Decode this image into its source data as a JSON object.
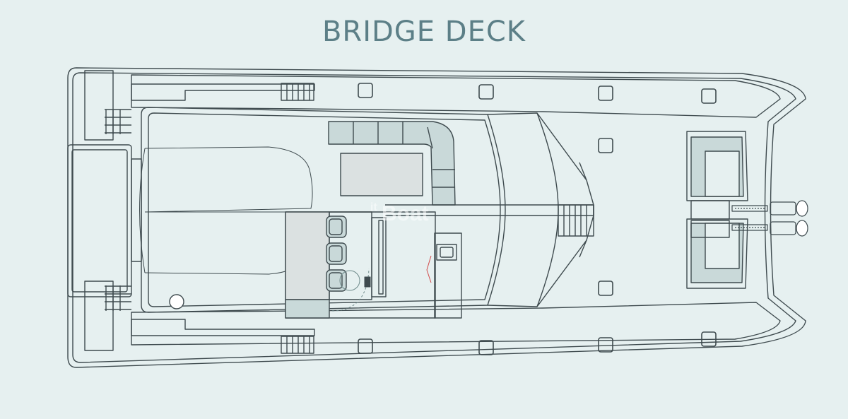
{
  "title": "BRIDGE DECK",
  "watermark": {
    "prefix": "it",
    "brand": "Boat"
  },
  "colors": {
    "background": "#e6f0f0",
    "line": "#3f4b4f",
    "title": "#5c7f87",
    "cushion": "#c9d9d9",
    "fixture_fill": "#dbe1e1",
    "steering_arc": "#6e8a8a",
    "red_mark": "#d04848"
  },
  "icons": [
    "hatch-icon",
    "helm-seat-icon",
    "steering-wheel-icon",
    "sink-icon",
    "anchor-winch-icon"
  ]
}
